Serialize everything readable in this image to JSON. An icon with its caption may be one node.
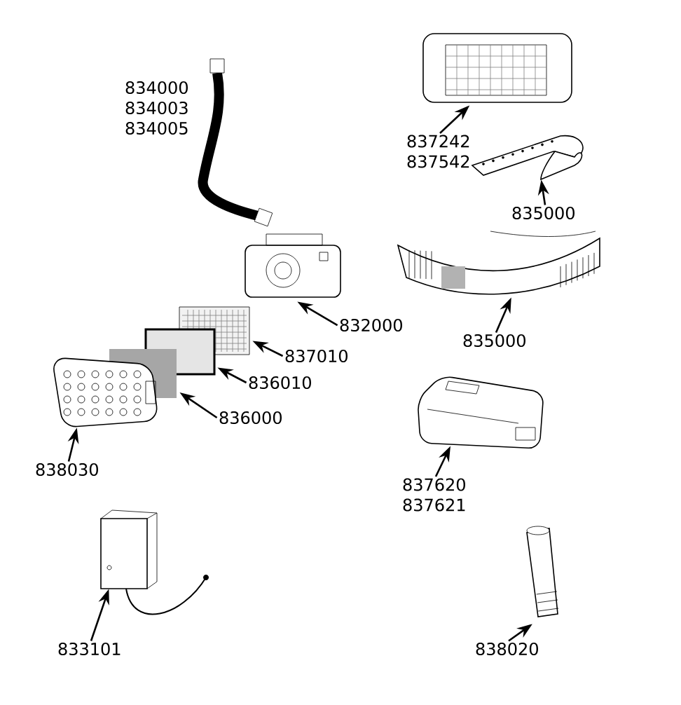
{
  "diagram": {
    "nodes": [
      {
        "text": [],
        "shape": "picture",
        "beside": [
          "834000 834003 834005"
        ]
      },
      {
        "text": [],
        "shape": "picture"
      },
      {
        "text": [
          "837242 837542"
        ]
      },
      {
        "text": [],
        "shape": "picture"
      },
      {
        "text": [
          "835000"
        ]
      },
      {
        "text": [],
        "shape": "picture"
      },
      {
        "text": [
          "832000"
        ]
      },
      {
        "text": [],
        "shape": "picture"
      },
      {
        "text": [
          "837010"
        ]
      },
      {
        "text": [],
        "shape": "picture"
      },
      {
        "text": [
          "836010"
        ]
      },
      {
        "text": [],
        "shape": "picture"
      },
      {
        "text": [
          "836000"
        ]
      },
      {
        "text": [],
        "shape": "picture"
      },
      {
        "text": [
          "838030"
        ]
      },
      {
        "text": [],
        "shape": "picture"
      },
      {
        "text": [
          "835000"
        ]
      },
      {
        "text": [],
        "shape": "picture"
      },
      {
        "text": [
          "837620 837621"
        ]
      },
      {
        "text": [],
        "shape": "picture"
      },
      {
        "text": [
          "833101"
        ]
      },
      {
        "text": [],
        "shape": "picture"
      },
      {
        "text": [
          "838020"
        ]
      }
    ],
    "edges": [
      {
        "from": 2,
        "to": 1,
        "arrow": "to"
      },
      {
        "from": 4,
        "to": 3,
        "arrow": "to"
      },
      {
        "from": 6,
        "to": 5,
        "arrow": "to"
      },
      {
        "from": 8,
        "to": 7,
        "arrow": "to"
      },
      {
        "from": 10,
        "to": 9,
        "arrow": "to"
      },
      {
        "from": 12,
        "to": 11,
        "arrow": "to"
      },
      {
        "from": 14,
        "to": 13,
        "arrow": "to"
      },
      {
        "from": 16,
        "to": 15,
        "arrow": "to"
      },
      {
        "from": 18,
        "to": 17,
        "arrow": "to"
      },
      {
        "from": 20,
        "to": 19,
        "arrow": "to"
      },
      {
        "from": 22,
        "to": 21,
        "arrow": "to"
      }
    ]
  }
}
